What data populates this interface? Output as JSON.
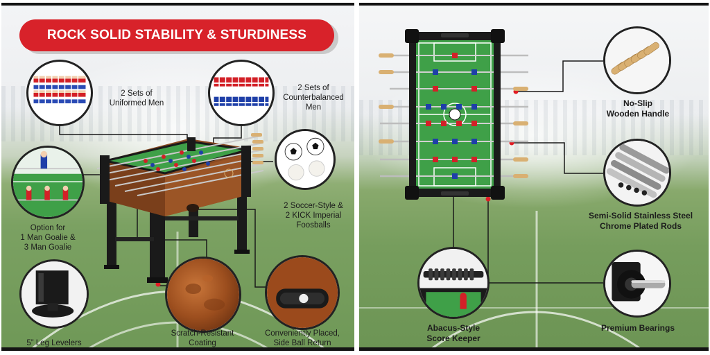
{
  "left_panel": {
    "headline": "ROCK SOLID STABILITY & STURDINESS",
    "features": {
      "uniformed_men": [
        "2 Sets of",
        "Uniformed Men"
      ],
      "counterbalanced_men": [
        "2 Sets of",
        "Counterbalanced",
        "Men"
      ],
      "goalie_option": [
        "Option for",
        "1 Man Goalie &",
        "3 Man Goalie"
      ],
      "foosballs": [
        "2 Soccer-Style &",
        "2 KICK Imperial",
        "Foosballs"
      ],
      "leg_levelers": [
        "5” Leg Levelers"
      ],
      "scratch_resistant": [
        "Scratch-Resistant",
        "Coating"
      ],
      "ball_return": [
        "Conveniently Placed,",
        "Side Ball Return"
      ]
    }
  },
  "right_panel": {
    "features": {
      "wooden_handle": [
        "No-Slip",
        "Wooden Handle"
      ],
      "rods": [
        "Semi-Solid Stainless Steel",
        "Chrome Plated Rods"
      ],
      "bearings": [
        "Premium Bearings"
      ],
      "score_keeper": [
        "Abacus-Style",
        "Score Keeper"
      ]
    }
  },
  "colors": {
    "accent_red": "#d8222a",
    "cabinet_brown": "#8a4a22",
    "field_green": "#3fa048",
    "frame_black": "#1a1a1a",
    "team_red": "#d32027",
    "team_blue": "#1e3fa8"
  }
}
